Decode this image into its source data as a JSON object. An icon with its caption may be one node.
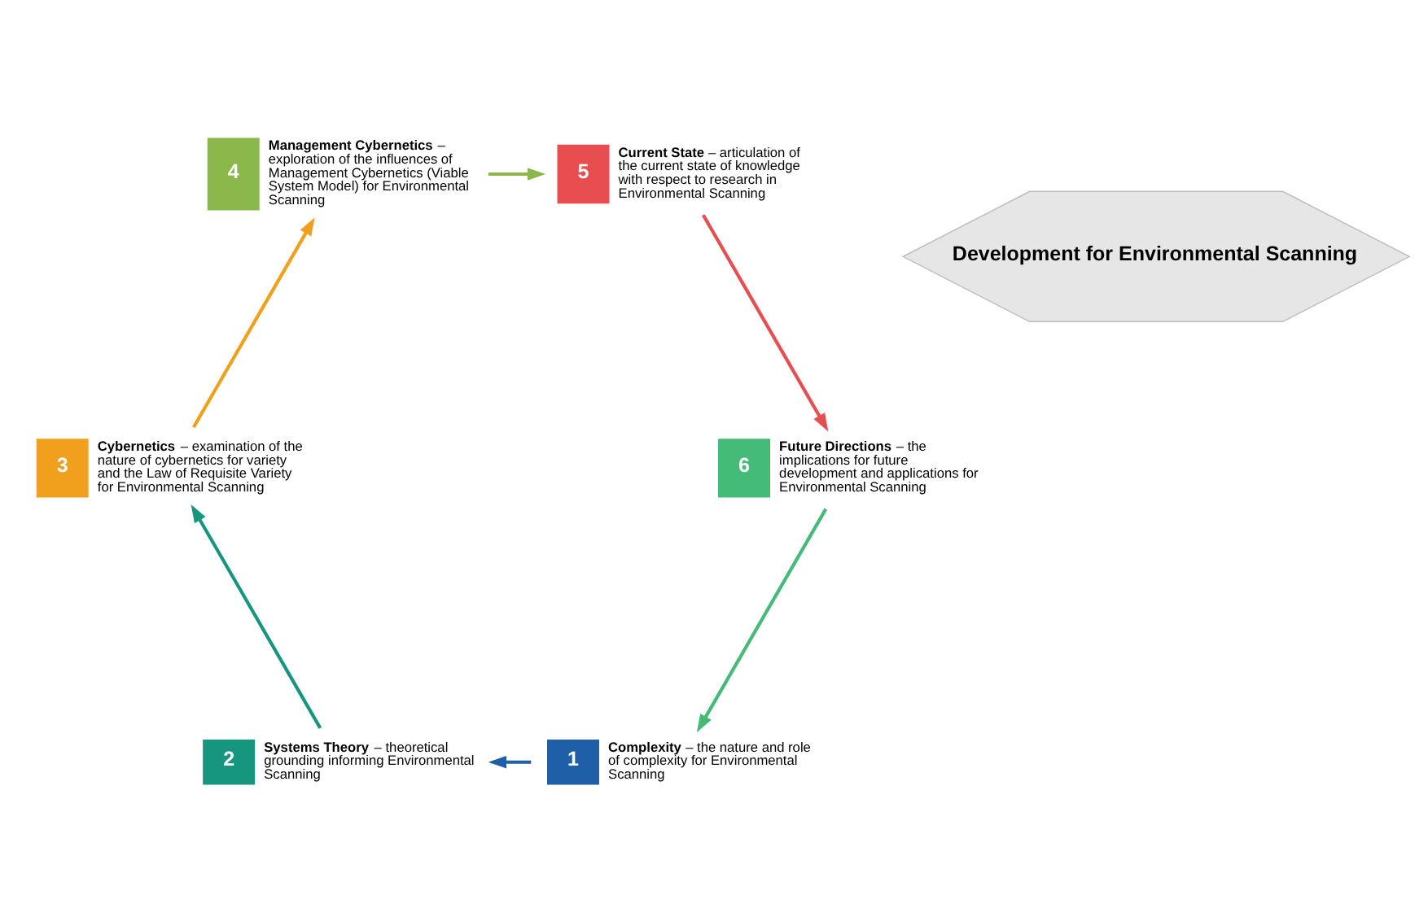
{
  "diagram": {
    "nodes": [
      {
        "text": [
          "Development for Environmental Scanning"
        ]
      },
      {
        "text": [
          "1"
        ],
        "beside": [
          "**Complexity** – the nature and role of complexity for Environmental Scanning"
        ]
      },
      {
        "text": [
          "2"
        ],
        "beside": [
          "**Systems Theory** – theoretical grounding informing Environmental Scanning"
        ]
      },
      {
        "text": [
          "3"
        ],
        "beside": [
          "**Cybernetics** – examination of the nature of cybernetics for variety and the Law of Requisite Variety for Environmental Scanning"
        ]
      },
      {
        "text": [
          "4"
        ],
        "beside": [
          "**Management Cybernetics** – exploration of the influences of Management Cybernetics (Viable System Model) for Environmental Scanning"
        ]
      },
      {
        "text": [
          "5"
        ],
        "beside": [
          "**Current State** – articulation of the current state of knowledge with respect to research in Environmental Scanning"
        ]
      },
      {
        "text": [
          "6"
        ],
        "beside": [
          "**Future Directions** – the implications for future development and applications for Environmental Scanning"
        ]
      }
    ],
    "edges": [
      {
        "from": 1,
        "to": 2,
        "arrow": "to",
        "color": "#1f5fa8"
      },
      {
        "from": 2,
        "to": 3,
        "arrow": "to",
        "color": "#17967f"
      },
      {
        "from": 3,
        "to": 4,
        "arrow": "to",
        "color": "#f0a01c"
      },
      {
        "from": 4,
        "to": 5,
        "arrow": "to",
        "color": "#8ab84a"
      },
      {
        "from": 5,
        "to": 6,
        "arrow": "to",
        "color": "#e84e4f"
      },
      {
        "from": 6,
        "to": 1,
        "arrow": "to",
        "color": "#44bb76"
      }
    ]
  }
}
